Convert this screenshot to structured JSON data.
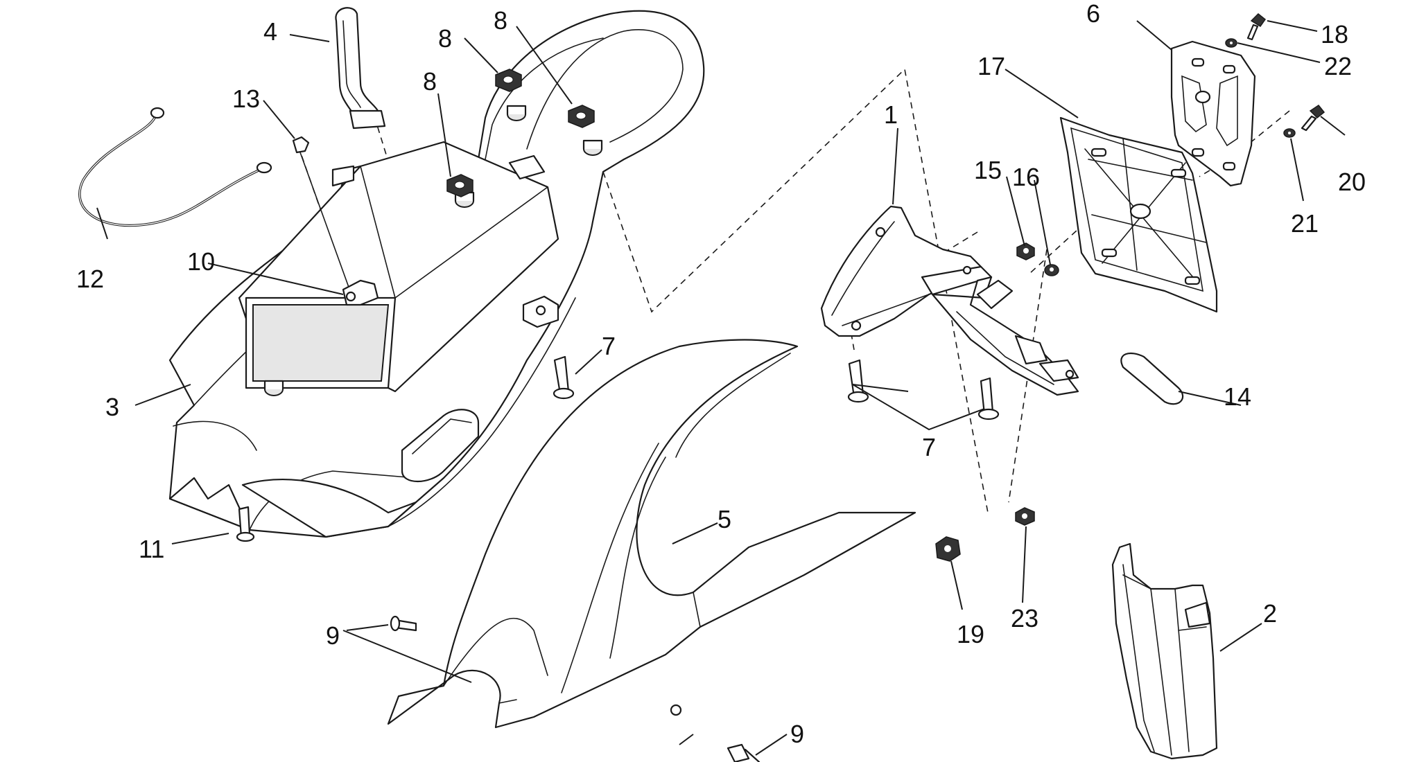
{
  "diagram": {
    "callouts": [
      {
        "id": "c1",
        "text": "1"
      },
      {
        "id": "c2",
        "text": "2"
      },
      {
        "id": "c3",
        "text": "3"
      },
      {
        "id": "c4",
        "text": "4"
      },
      {
        "id": "c5",
        "text": "5"
      },
      {
        "id": "c6",
        "text": "6"
      },
      {
        "id": "c7a",
        "text": "7"
      },
      {
        "id": "c7b",
        "text": "7"
      },
      {
        "id": "c8a",
        "text": "8"
      },
      {
        "id": "c8b",
        "text": "8"
      },
      {
        "id": "c8c",
        "text": "8"
      },
      {
        "id": "c9a",
        "text": "9"
      },
      {
        "id": "c9b",
        "text": "9"
      },
      {
        "id": "c10",
        "text": "10"
      },
      {
        "id": "c11",
        "text": "11"
      },
      {
        "id": "c12",
        "text": "12"
      },
      {
        "id": "c13",
        "text": "13"
      },
      {
        "id": "c14",
        "text": "14"
      },
      {
        "id": "c15",
        "text": "15"
      },
      {
        "id": "c16",
        "text": "16"
      },
      {
        "id": "c17",
        "text": "17"
      },
      {
        "id": "c18",
        "text": "18"
      },
      {
        "id": "c19",
        "text": "19"
      },
      {
        "id": "c20",
        "text": "20"
      },
      {
        "id": "c21",
        "text": "21"
      },
      {
        "id": "c22",
        "text": "22"
      },
      {
        "id": "c23",
        "text": "23"
      }
    ],
    "colors": {
      "line": "#1a1a1a",
      "background": "#ffffff",
      "shade": "#e6e6e6"
    }
  }
}
